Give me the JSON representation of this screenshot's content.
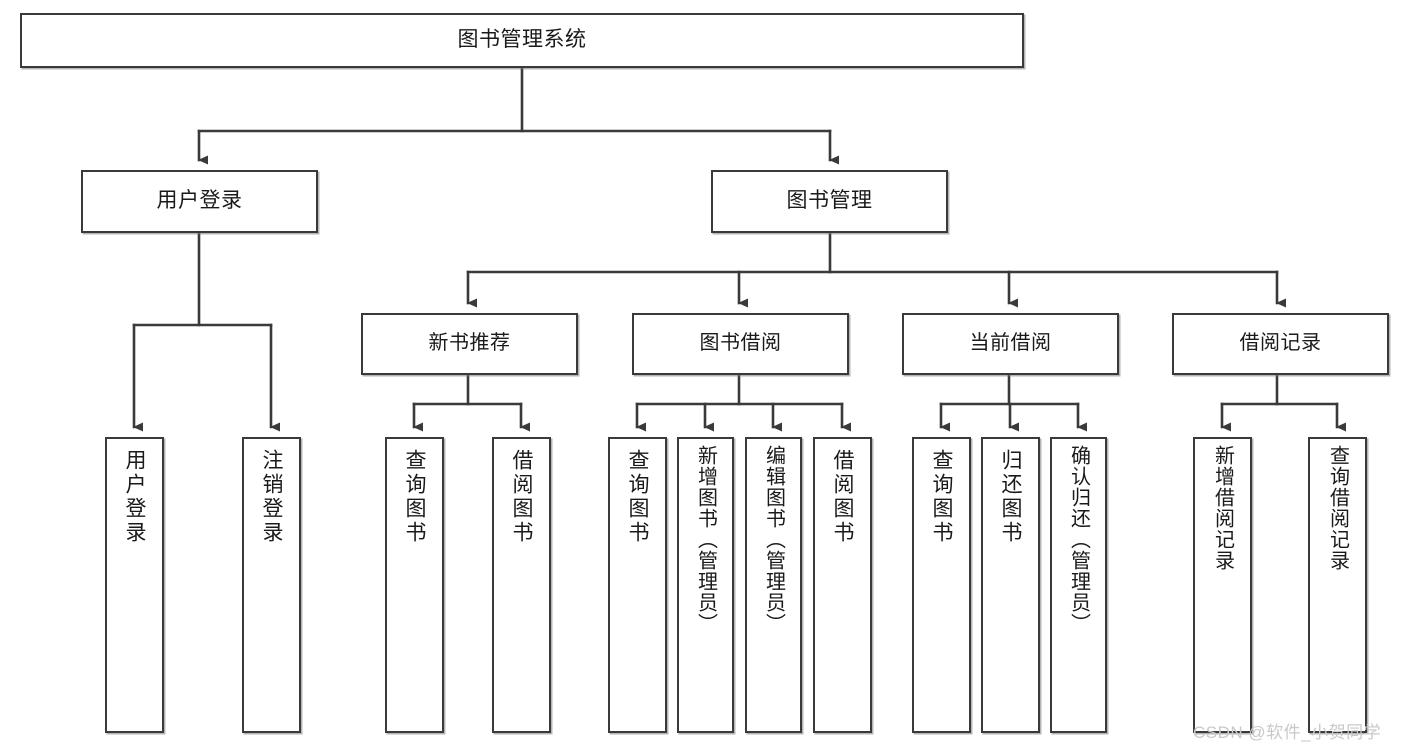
{
  "diagram": {
    "title": "图书管理系统",
    "type": "functional-structure-tree",
    "watermark": "CSDN @软件_小贺同学",
    "colors": {
      "box_border": "#3a3a3a",
      "box_fill": "#ffffff",
      "connector": "#3a3a3a",
      "text": "#1a1a1a",
      "watermark": "#c9c9c9",
      "background": "#ffffff"
    },
    "nodes": {
      "root": {
        "label": "图书管理系统"
      },
      "tier1": [
        {
          "label": "用户登录"
        },
        {
          "label": "图书管理"
        }
      ],
      "tier2": [
        {
          "label": "新书推荐"
        },
        {
          "label": "图书借阅"
        },
        {
          "label": "当前借阅"
        },
        {
          "label": "借阅记录"
        }
      ],
      "leaves": {
        "user_login": [
          {
            "label": "用户登录"
          },
          {
            "label": "注销登录"
          }
        ],
        "new_book_recommend": [
          {
            "label": "查询图书"
          },
          {
            "label": "借阅图书"
          }
        ],
        "book_borrow": [
          {
            "label": "查询图书"
          },
          {
            "label": "新增图书（管理员）"
          },
          {
            "label": "编辑图书（管理员）"
          },
          {
            "label": "借阅图书"
          }
        ],
        "current_borrow": [
          {
            "label": "查询图书"
          },
          {
            "label": "归还图书"
          },
          {
            "label": "确认归还（管理员）"
          }
        ],
        "borrow_record": [
          {
            "label": "新增借阅记录"
          },
          {
            "label": "查询借阅记录"
          }
        ]
      }
    }
  }
}
